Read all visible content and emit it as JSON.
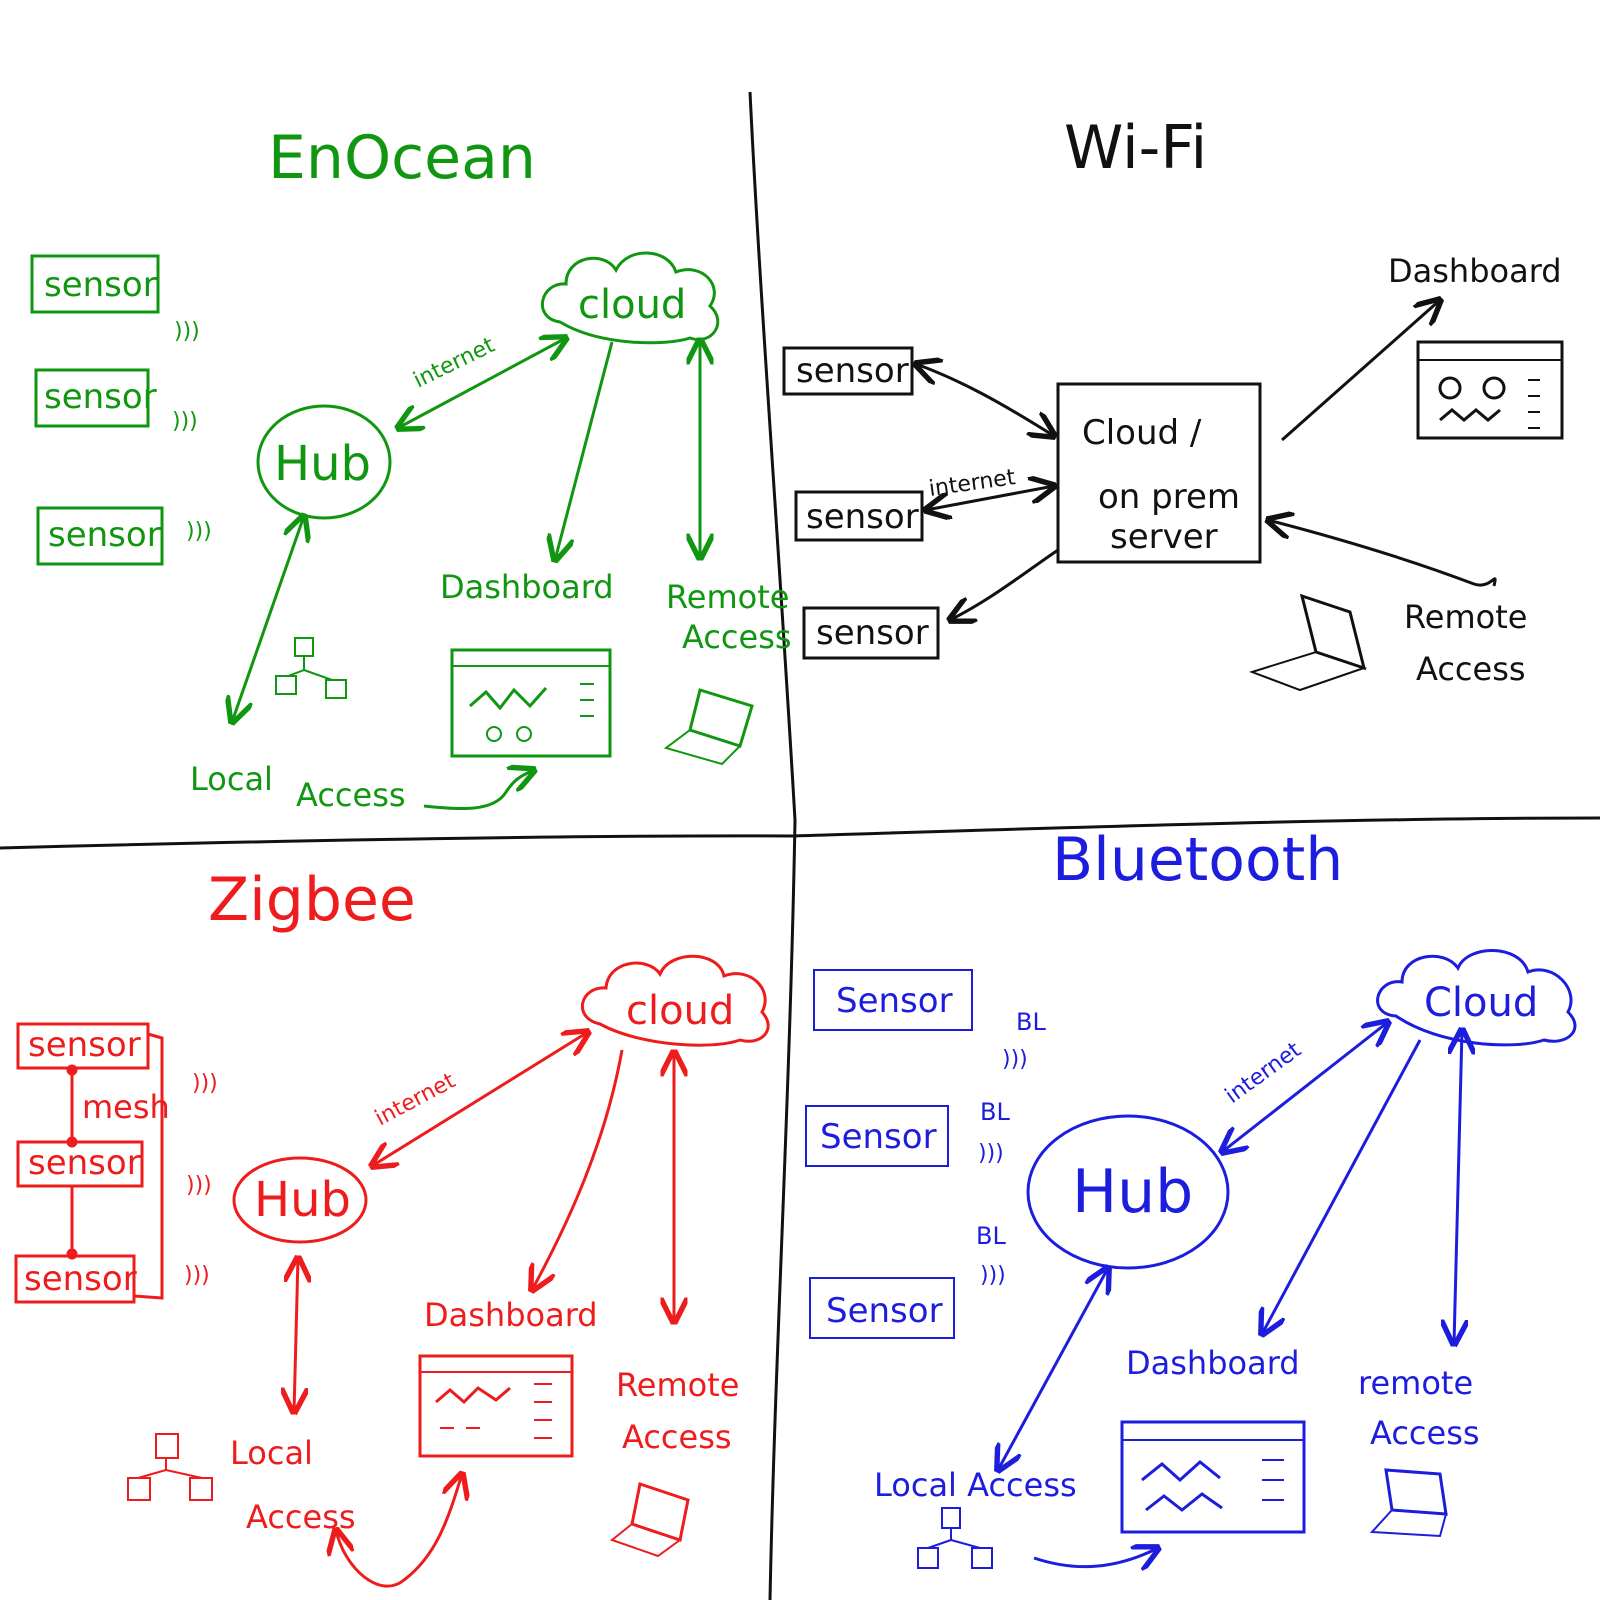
{
  "colors": {
    "enocean": "#119611",
    "wifi": "#111111",
    "zigbee": "#ee1c1c",
    "bluetooth": "#1d1ddd",
    "divider": "#111111"
  },
  "enocean": {
    "title": "EnOcean",
    "sensors": [
      "sensor",
      "sensor",
      "sensor"
    ],
    "hub": "Hub",
    "cloud": "cloud",
    "internet": "internet",
    "dashboard": "Dashboard",
    "remote_line1": "Remote",
    "remote_line2": "Access",
    "local_line1": "Local",
    "local_line2": "Access",
    "waves": ")))"
  },
  "wifi": {
    "title": "Wi-Fi",
    "sensors": [
      "sensor",
      "sensor",
      "sensor"
    ],
    "server_line1": "Cloud /",
    "server_line2": "on prem",
    "server_line3": "server",
    "internet": "internet",
    "dashboard": "Dashboard",
    "remote_line1": "Remote",
    "remote_line2": "Access"
  },
  "zigbee": {
    "title": "Zigbee",
    "sensors": [
      "sensor",
      "sensor",
      "sensor"
    ],
    "mesh": "mesh",
    "hub": "Hub",
    "cloud": "cloud",
    "internet": "internet",
    "dashboard": "Dashboard",
    "remote_line1": "Remote",
    "remote_line2": "Access",
    "local_line1": "Local",
    "local_line2": "Access",
    "waves": ")))"
  },
  "bluetooth": {
    "title": "Bluetooth",
    "sensors": [
      "Sensor",
      "Sensor",
      "Sensor"
    ],
    "bl": "BL",
    "hub": "Hub",
    "cloud": "Cloud",
    "internet": "internet",
    "dashboard": "Dashboard",
    "remote_line1": "remote",
    "remote_line2": "Access",
    "local": "Local Access",
    "waves": ")))"
  }
}
